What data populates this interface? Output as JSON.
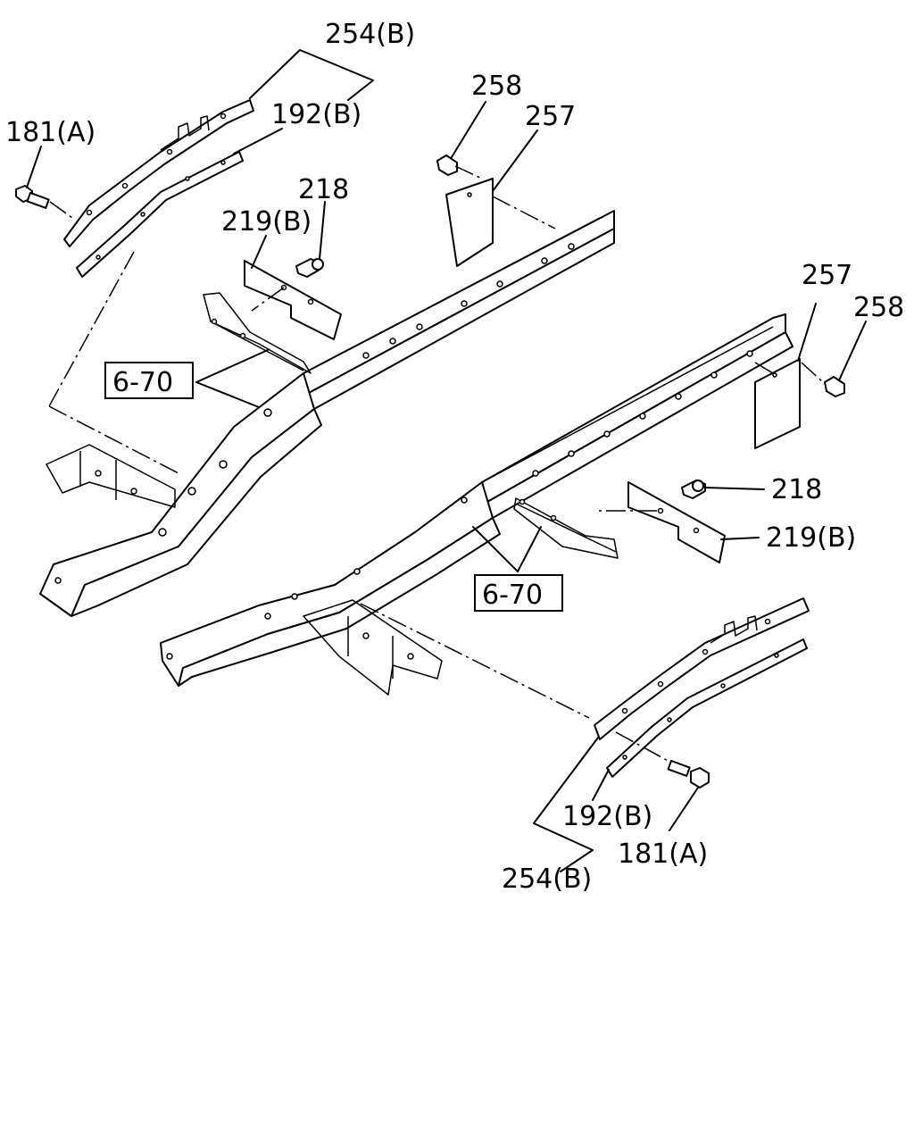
{
  "diagram": {
    "callouts": {
      "c254_top": "254(B)",
      "c192_top": "192(B)",
      "c181_top": "181(A)",
      "c258_top": "258",
      "c257_top": "257",
      "c218_top": "218",
      "c219_top": "219(B)",
      "c670_left": "6-70",
      "c257_right": "257",
      "c258_right": "258",
      "c218_right": "218",
      "c219_right": "219(B)",
      "c670_mid": "6-70",
      "c192_bottom": "192(B)",
      "c181_bottom": "181(A)",
      "c254_bottom": "254(B)"
    }
  }
}
